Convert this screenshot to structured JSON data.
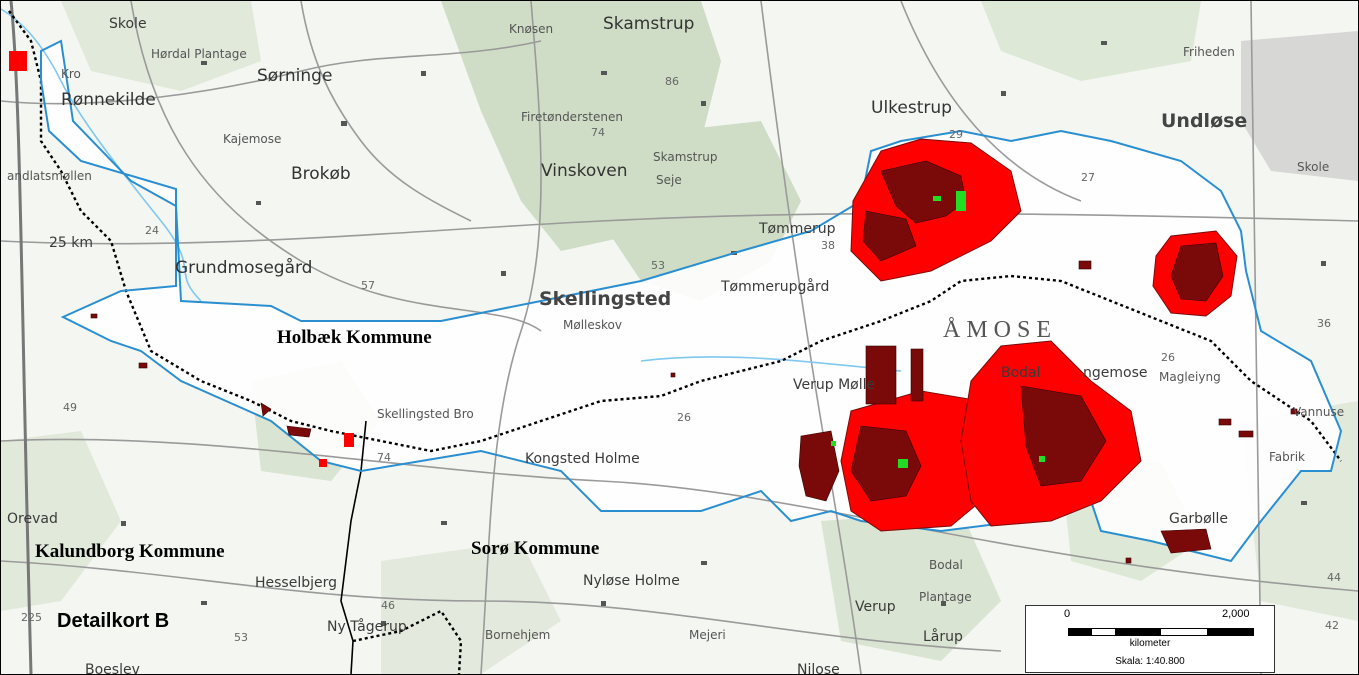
{
  "map": {
    "title": "Detailkort B",
    "kommuner": [
      "Holbæk Kommune",
      "Kalundborg Kommune",
      "Sorø Kommune"
    ],
    "area_label": "ÅMOSE",
    "places": [
      "Skole",
      "Hørdal Plantage",
      "Kro",
      "Sørninge",
      "Rønnekilde",
      "Kajemose",
      "Brokøb",
      "andlatsmøllen",
      "25 km",
      "Grundmosegård",
      "Knøsen",
      "Skamstrup",
      "Firetønderstenen",
      "Vinskoven",
      "Skamstrup",
      "Seje",
      "Tømmerup",
      "Tømmerupgård",
      "Skellingsted",
      "Mølleskov",
      "Skellingsted Bro",
      "Kongsted Holme",
      "Verup Mølle",
      "Bodal",
      "ngemose",
      "Magleiyng",
      "Vannuse",
      "Fabrik",
      "Garbølle",
      "Ulkestrup",
      "Undløse",
      "Friheden",
      "Skole",
      "Orevad",
      "Hesselbjerg",
      "Nyløse Holme",
      "Bodal",
      "Plantage",
      "Verup",
      "Lårup",
      "Bornehjem",
      "Mejeri",
      "Ny Tågerup",
      "Boeslev",
      "Nilose"
    ],
    "spot_heights": [
      "24",
      "86",
      "74",
      "29",
      "27",
      "38",
      "53",
      "57",
      "49",
      "74",
      "26",
      "26",
      "36",
      "46",
      "53",
      "225",
      "42",
      "44"
    ]
  },
  "scale": {
    "start": "0",
    "end": "2,000",
    "unit": "kilometer",
    "ratio": "Skala: 1:40.800"
  },
  "colors": {
    "buffer": "#ff0000",
    "site": "#7a0a0a",
    "green_site": "#22dd22",
    "study_boundary": "#2a8fd0",
    "municipal_boundary": "#000000",
    "forest": "#c9d9bf"
  }
}
